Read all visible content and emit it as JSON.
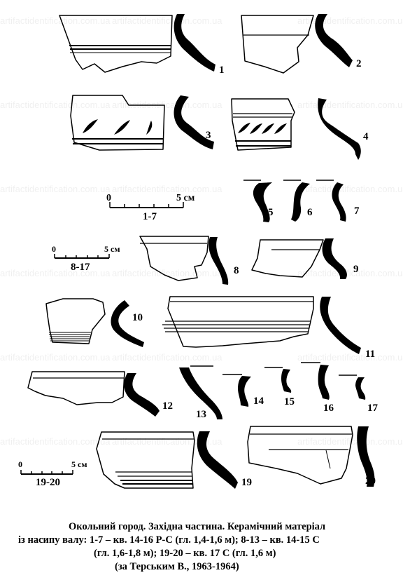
{
  "watermark": "artifactidentification.com.ua",
  "sherd_numbers": [
    "1",
    "2",
    "3",
    "4",
    "5",
    "6",
    "7",
    "8",
    "9",
    "10",
    "11",
    "12",
    "13",
    "14",
    "15",
    "16",
    "17",
    "19",
    "20"
  ],
  "scales": [
    {
      "name": "1-7",
      "zero": "0",
      "end": "5 см"
    },
    {
      "name": "8-17",
      "zero": "0",
      "end": "5 см"
    },
    {
      "name": "19-20",
      "zero": "0",
      "end": "5 см"
    }
  ],
  "caption": {
    "line1": "Окольний город. Західна частина. Керамічний матеріал",
    "line2": "із насипу валу: 1-7 – кв. 14-16 Р-С (гл. 1,4-1,6 м); 8-13 – кв. 14-15 С",
    "line3": "(гл. 1,6-1,8 м); 19-20 – кв. 17 С (гл. 1,6 м)",
    "line4": "(за Терським В., 1963-1964)"
  }
}
